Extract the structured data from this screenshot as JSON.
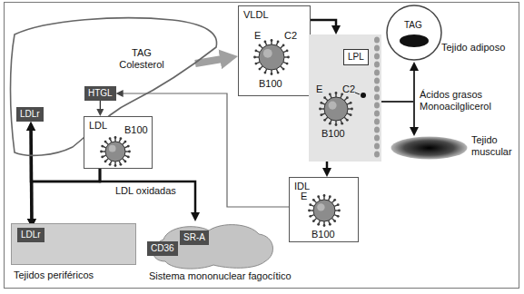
{
  "diagram": {
    "nodes": [
      {
        "text": [
          "TAG Colesterol"
        ]
      },
      {
        "text": [
          "HTGL"
        ],
        "in": 0
      },
      {
        "text": [
          "LDLr"
        ],
        "in": 0
      },
      {
        "text": [
          "VLDL",
          "E",
          "C2",
          "B100"
        ]
      },
      {
        "text": [
          "E",
          "C2",
          "B100"
        ]
      },
      {
        "text": [
          "LPL"
        ],
        "in": 4
      },
      {
        "text": [
          "TAG",
          "Tejido adiposo"
        ]
      },
      {
        "text": [
          "Tejido muscular"
        ]
      },
      {
        "text": [
          "IDL",
          "E",
          "B100"
        ]
      },
      {
        "text": [
          "LDL",
          "B100"
        ]
      },
      {
        "text": [
          "Tejidos periféricos"
        ]
      },
      {
        "text": [
          "LDLr"
        ],
        "in": 10
      },
      {
        "text": [
          "Sistema mononuclear fagocítico"
        ]
      },
      {
        "text": [
          "CD36"
        ],
        "in": 12
      },
      {
        "text": [
          "SR-A"
        ],
        "in": 12
      }
    ],
    "edges": [
      {
        "from": 0,
        "to": 3,
        "arrow": "to"
      },
      {
        "from": 3,
        "to": 4,
        "arrow": "to"
      },
      {
        "from": 4,
        "to": 8,
        "arrow": "to"
      },
      {
        "from": 8,
        "to": 1,
        "arrow": "to"
      },
      {
        "from": 1,
        "to": 9,
        "arrow": "to"
      },
      {
        "from": 2,
        "to": 11,
        "arrow": "both"
      },
      {
        "from": 9,
        "to": 2,
        "arrow": "to"
      },
      {
        "from": 9,
        "to": 11,
        "arrow": "to"
      },
      {
        "from": 9,
        "to": 12,
        "arrow": "to",
        "label": "LDL oxidadas"
      },
      {
        "from": 4,
        "to": 6,
        "arrow": "to"
      },
      {
        "from": 4,
        "to": 7,
        "arrow": "to"
      }
    ],
    "labels": [
      "Ácidos grasos Monoacilglicerol"
    ]
  }
}
